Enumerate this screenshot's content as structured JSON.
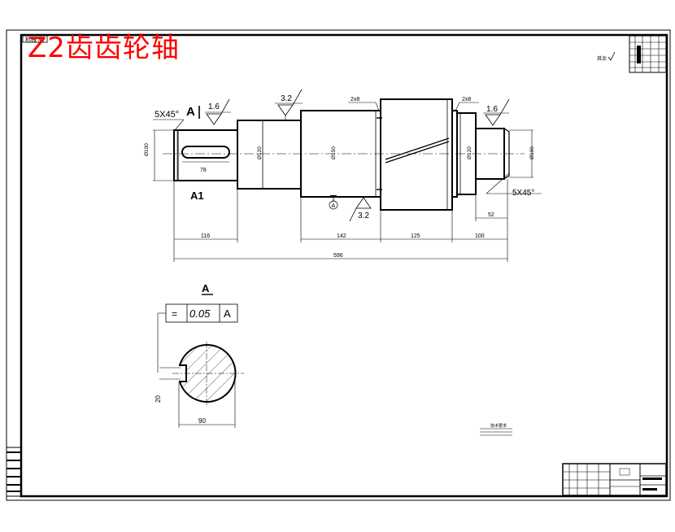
{
  "drawing_title": "Z2齿齿轮轴",
  "corner_label": "机械 制",
  "roughness_symbol_text": "其余",
  "shaft": {
    "chamfer_left": "5X45°",
    "chamfer_right": "5X45°",
    "section_callout": "A",
    "section_callout_below": "A1",
    "roughness_values": [
      "1.6",
      "3.2",
      "3.2",
      "1.6"
    ],
    "diameter_labels": [
      "Ø100",
      "Ø120",
      "Ø150",
      "Ø120",
      "Ø100"
    ],
    "keyway_length": "78",
    "groove_labels": [
      "2x8",
      "2x8"
    ],
    "datum_letter": "A",
    "dimensions": {
      "left_section": "116",
      "middle_section": "142",
      "gear_width": "125",
      "right_section": "100",
      "right_journal": "52",
      "overall": "596"
    }
  },
  "section_view": {
    "title": "A",
    "tolerance": {
      "symbol": "=",
      "value": "0.05",
      "datum": "A"
    },
    "depth_dim": "20",
    "width_dim": "90"
  },
  "notes": "技术要求"
}
